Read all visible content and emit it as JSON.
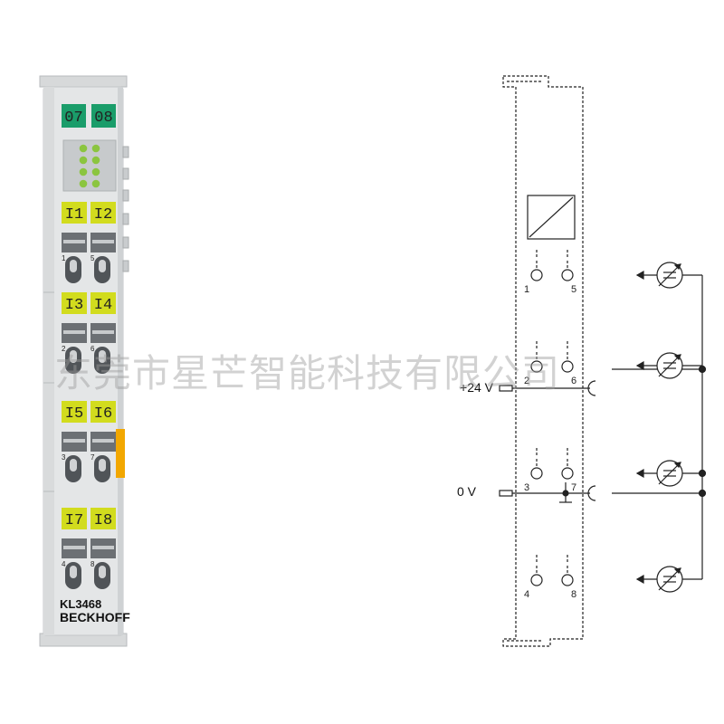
{
  "module": {
    "top_leds": [
      "07",
      "08"
    ],
    "channels": [
      "I1",
      "I2",
      "I3",
      "I4",
      "I5",
      "I6",
      "I7",
      "I8"
    ],
    "terminal_numbers": [
      "1",
      "5",
      "2",
      "6",
      "3",
      "7",
      "4",
      "8"
    ],
    "model": "KL3468",
    "brand": "BECKHOFF",
    "colors": {
      "housing": "#e4e6e7",
      "green_led": "#1a9d6a",
      "yellow_label": "#d2dc1e",
      "orange_tab": "#f2a700",
      "led_window": "#8bc53f"
    }
  },
  "schematic": {
    "pins": [
      "1",
      "5",
      "2",
      "6",
      "3",
      "7",
      "4",
      "8"
    ],
    "supply_plus": "+24 V",
    "supply_zero": "0 V"
  },
  "watermark": "东莞市星芒智能科技有限公司"
}
